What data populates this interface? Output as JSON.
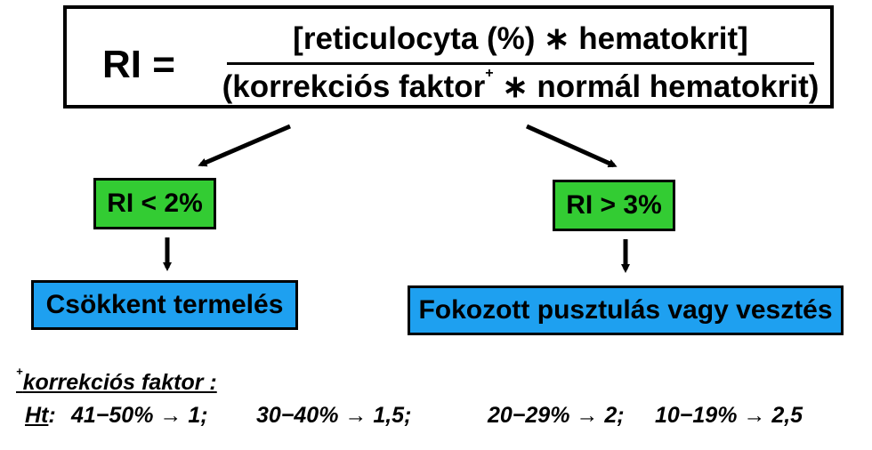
{
  "formula": {
    "lhs": "RI =",
    "numerator": "[reticulocyta (%) ∗ hematokrit]",
    "denominator_main": "(korrekciós faktor",
    "denominator_sup": "+",
    "denominator_rest": " ∗ normál hematokrit)"
  },
  "left_branch": {
    "condition": "RI < 2%",
    "result": "Csökkent termelés"
  },
  "right_branch": {
    "condition": "RI > 3%",
    "result": "Fokozott pusztulás vagy vesztés"
  },
  "footnote": {
    "marker": "+",
    "title": "korrekciós faktor :",
    "ht_label": "Ht",
    "ht_colon": ":",
    "ranges": [
      "41−50% → 1;",
      "30−40% → 1,5;",
      "20−29% → 2;",
      "10−19% → 2,5"
    ]
  },
  "colors": {
    "condition_fill": "#33cc33",
    "result_fill": "#1ea0f0"
  }
}
